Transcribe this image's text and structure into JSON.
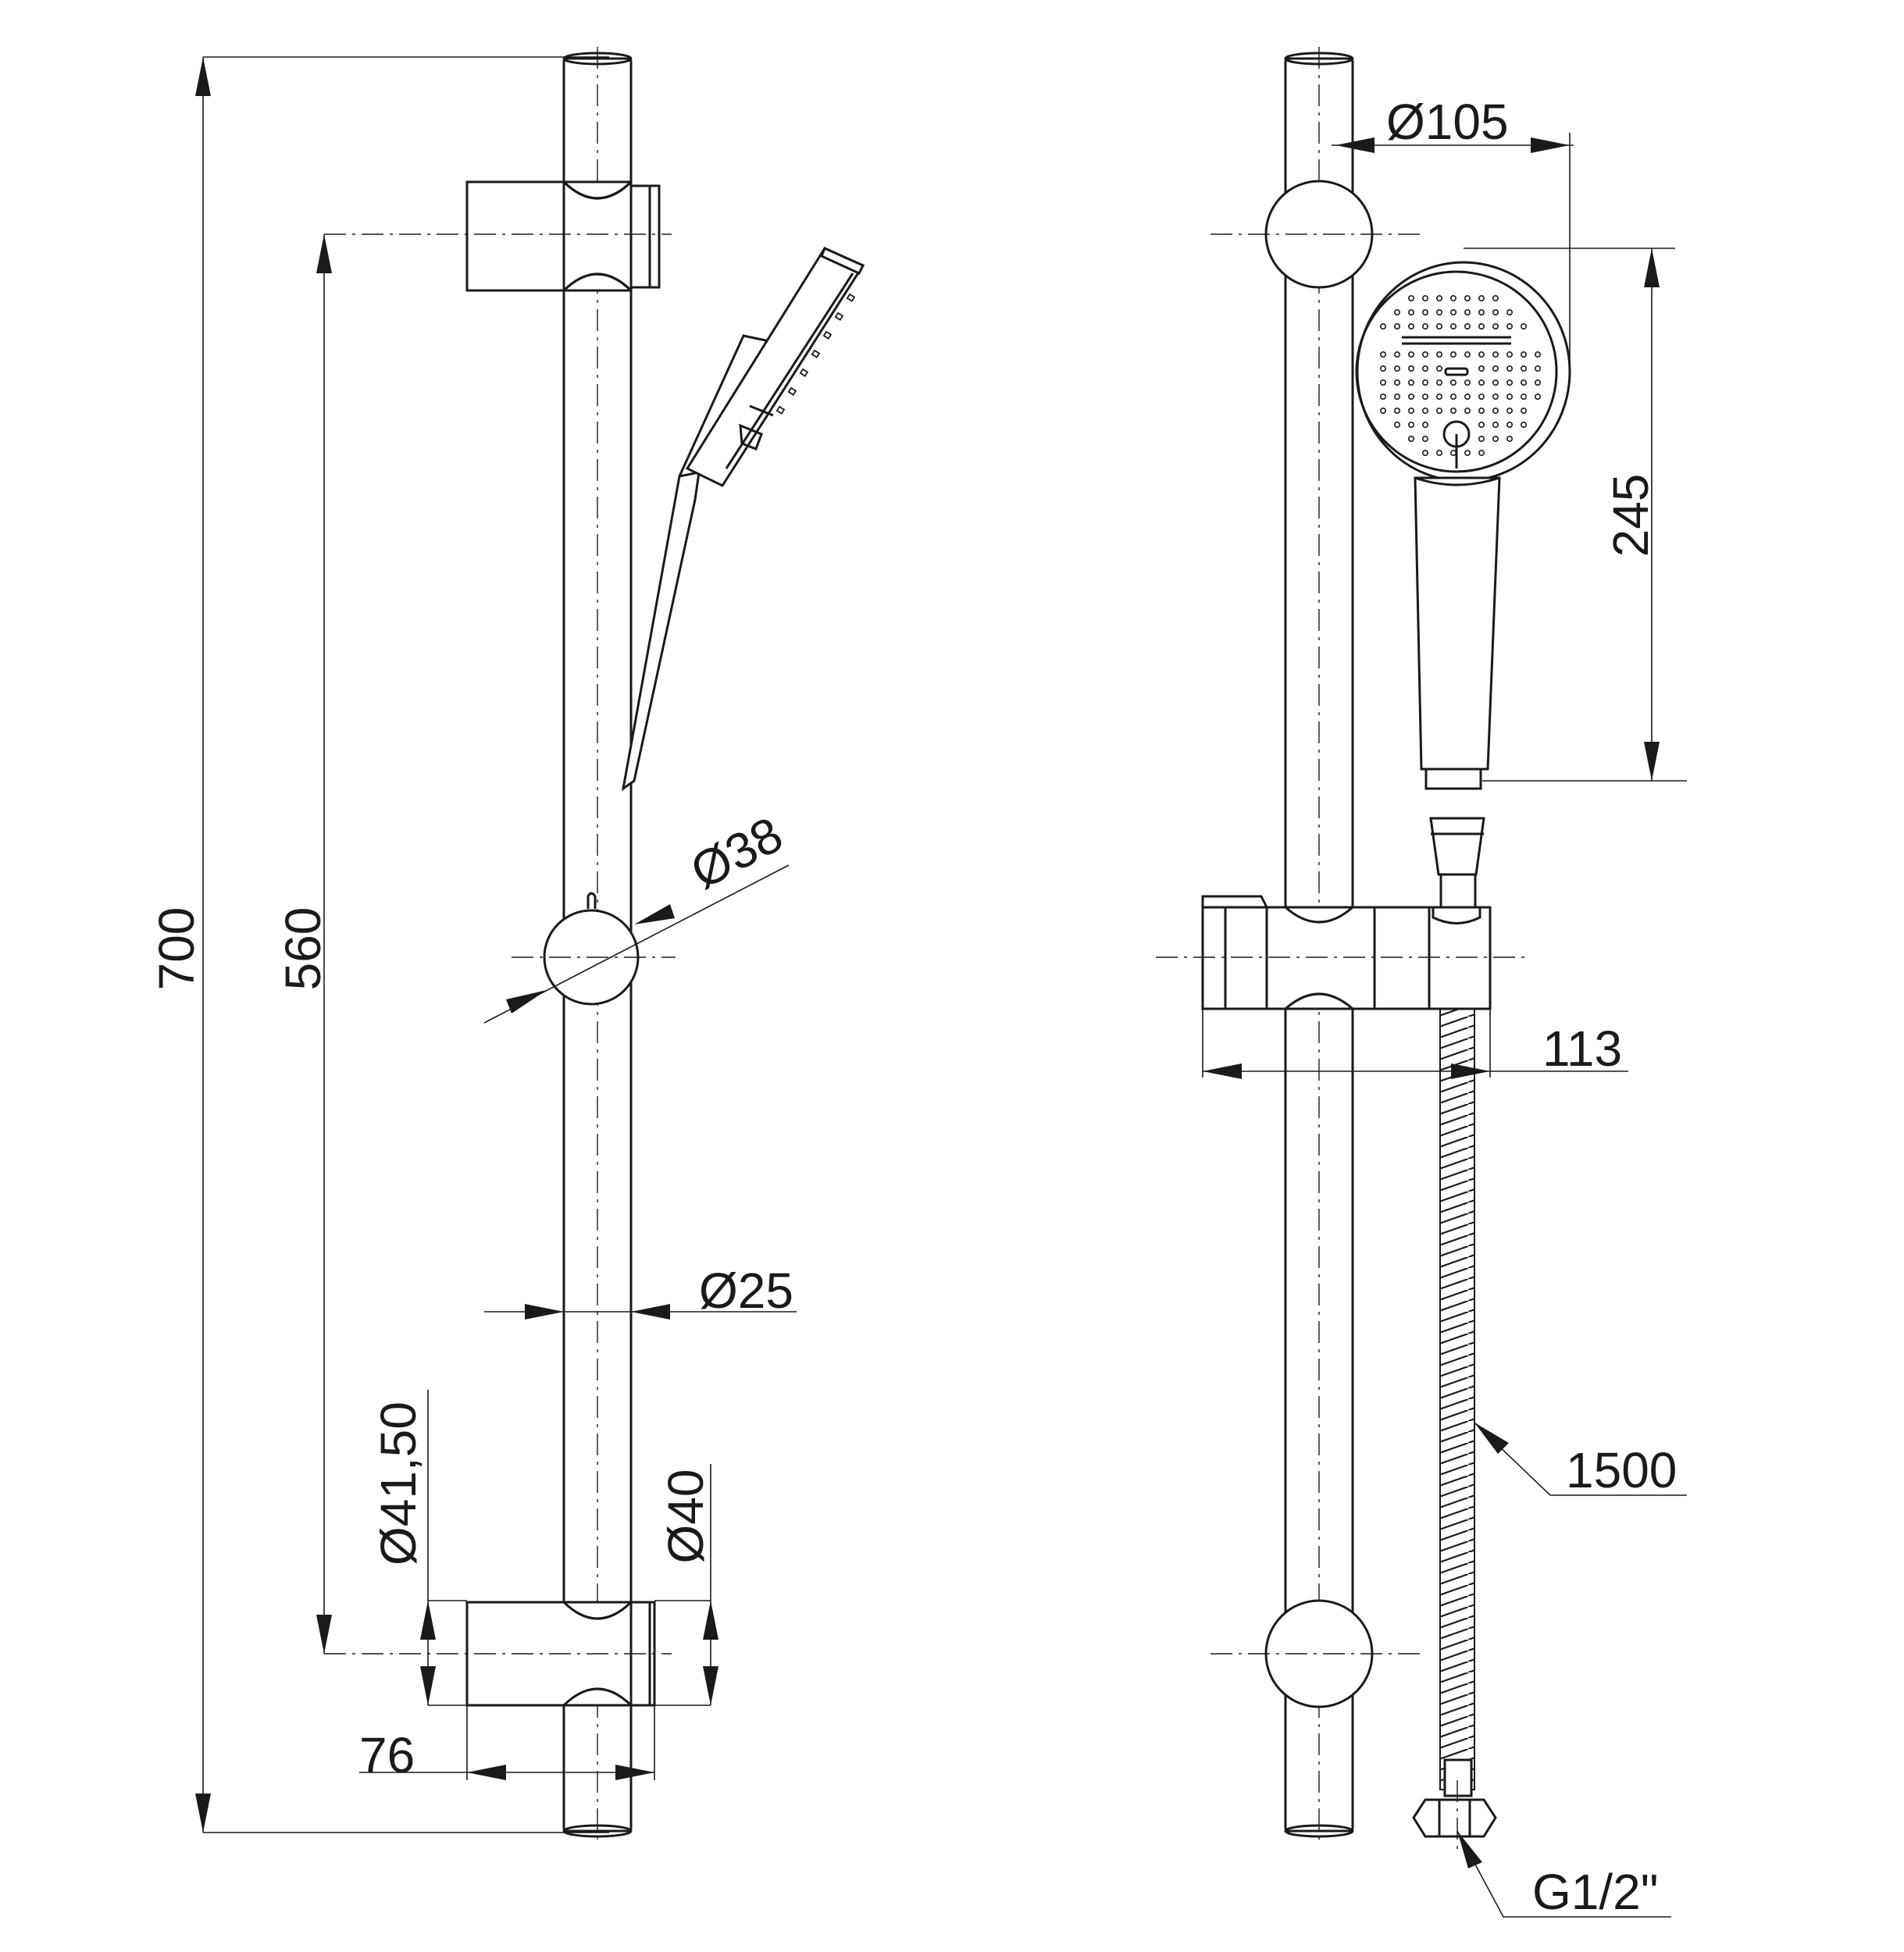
{
  "drawing": {
    "front_view": {
      "dimensions": {
        "total_height": "700",
        "holder_spacing": "560",
        "slider_diameter": "Ø38",
        "rail_diameter": "Ø25",
        "bracket_diameter": "Ø41,50",
        "bracket_height": "Ø40",
        "bracket_depth": "76"
      }
    },
    "side_view": {
      "dimensions": {
        "head_diameter": "Ø105",
        "handshower_length": "245",
        "slider_projection": "113",
        "hose_length": "1500",
        "thread": "G1/2\""
      }
    }
  }
}
